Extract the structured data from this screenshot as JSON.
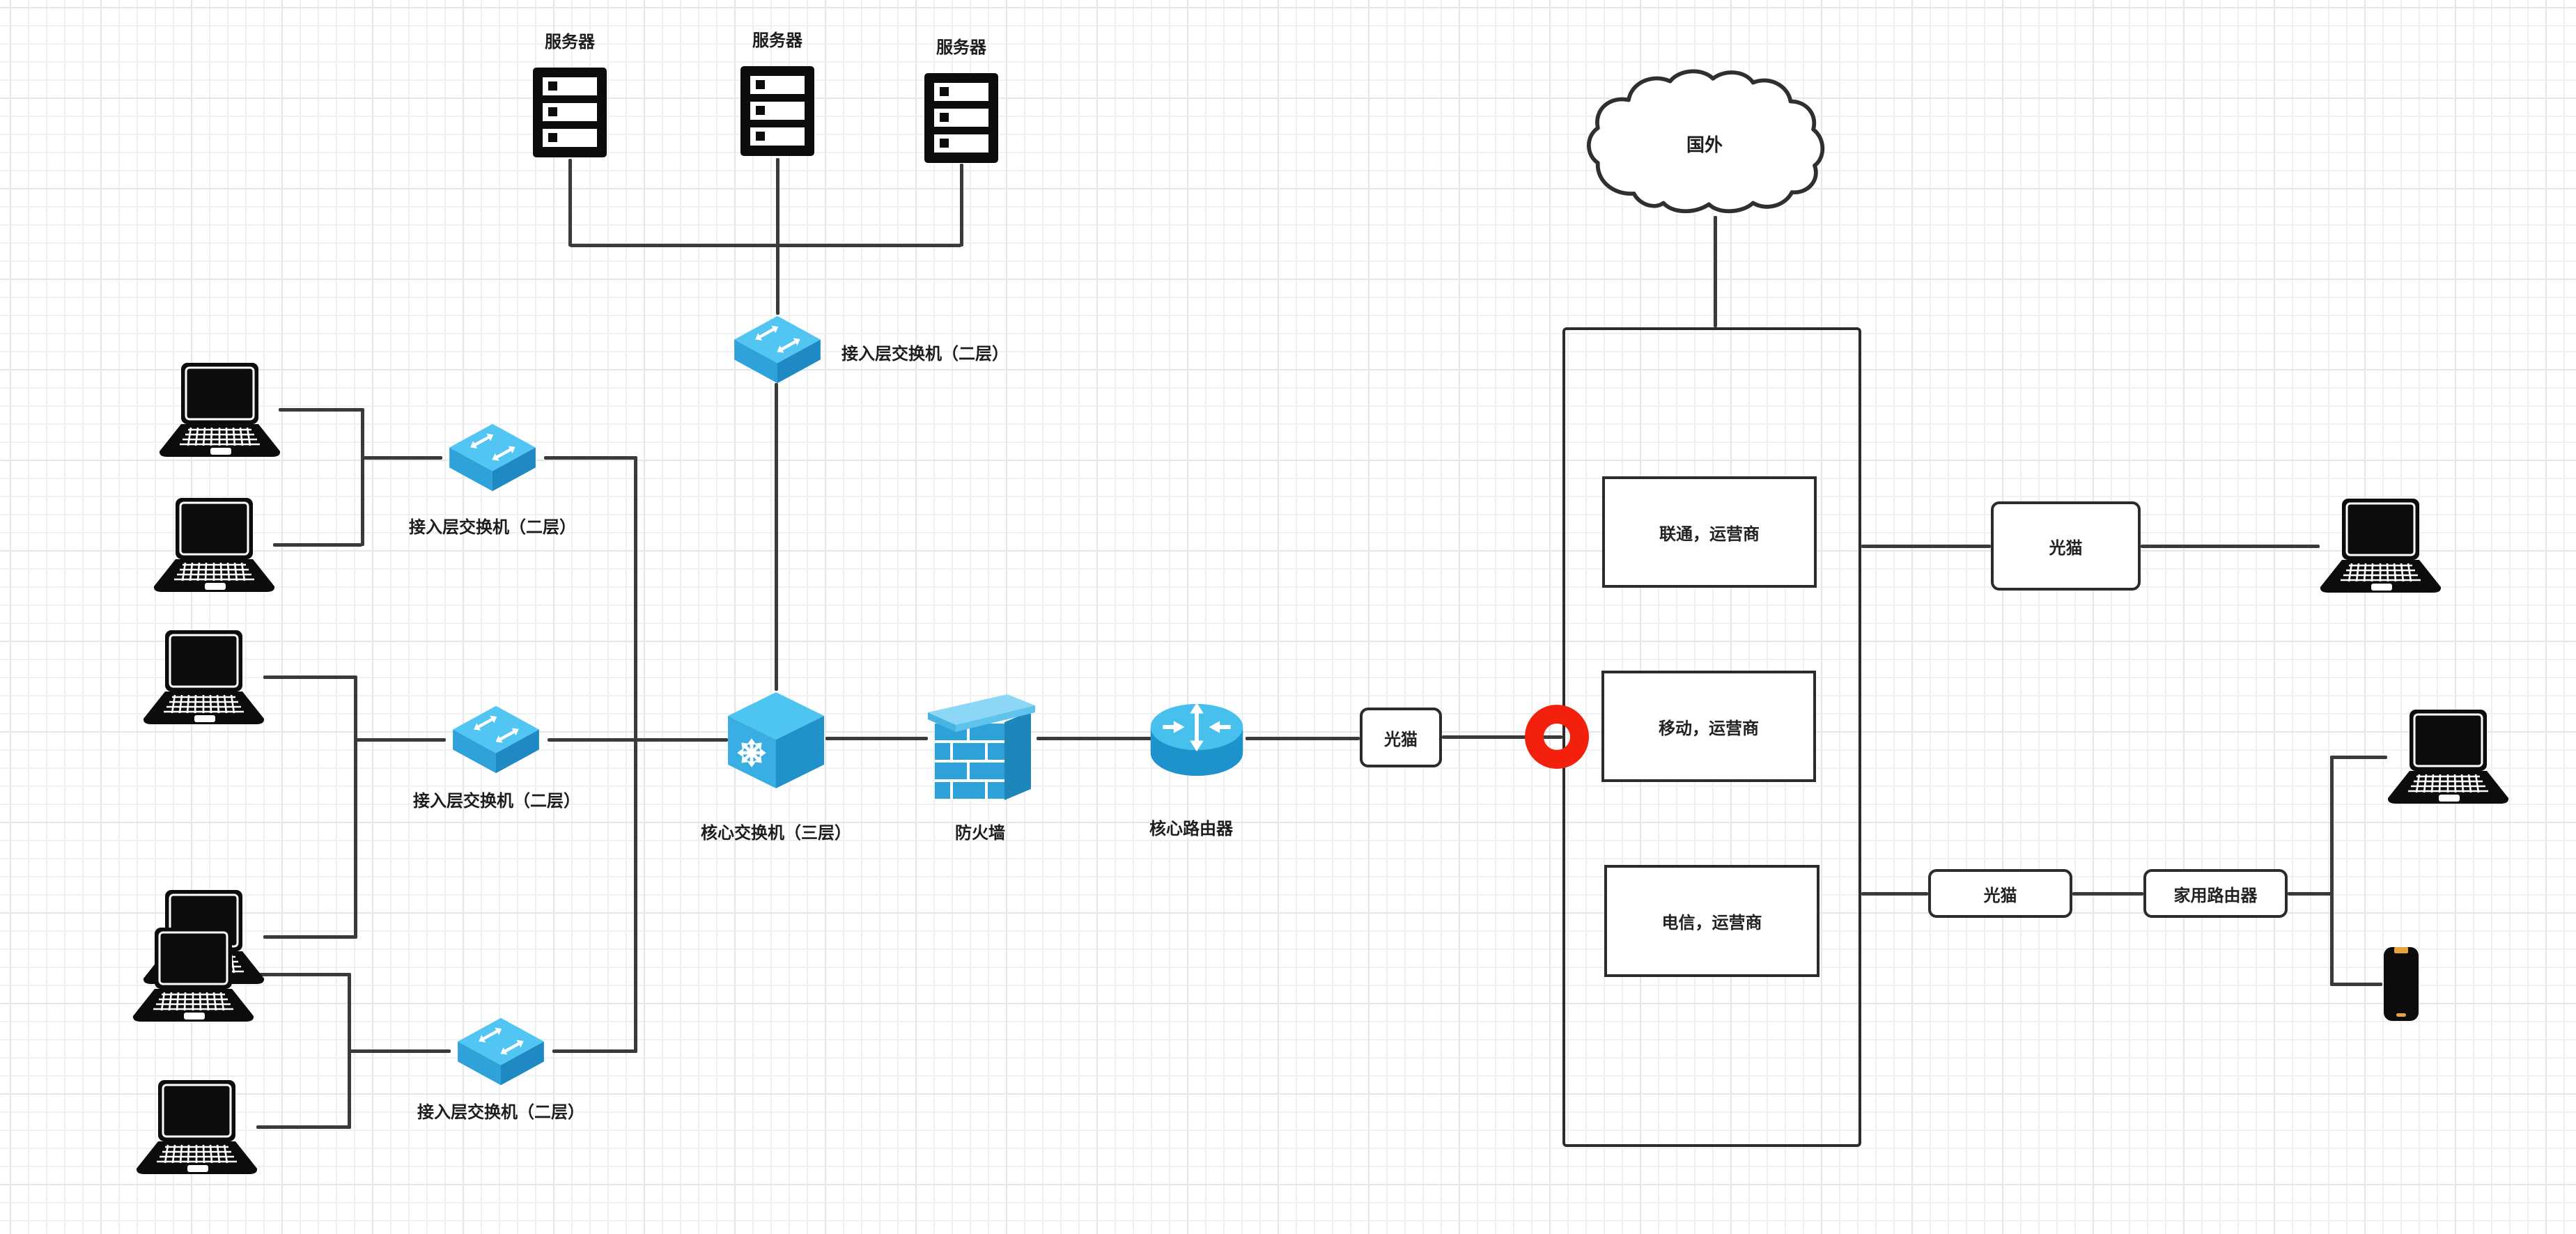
{
  "diagram_title": "network-topology",
  "colors": {
    "line": "#3a3a3a",
    "highlight_red": "#f2200d",
    "switch_top_face": "#52c5f2",
    "switch_front_face": "#2fa3d9",
    "switch_side_face": "#1e89c2",
    "device_black": "#0c0c0c",
    "phone_accent": "#e8a33c"
  },
  "nodes": {
    "servers": [
      {
        "label": "服务器"
      },
      {
        "label": "服务器"
      },
      {
        "label": "服务器"
      }
    ],
    "access_switches": {
      "top": {
        "label": "接入层交换机（二层）"
      },
      "group1": {
        "label": "接入层交换机（二层）"
      },
      "group2": {
        "label": "接入层交换机（二层）"
      },
      "group3": {
        "label": "接入层交换机（二层）"
      }
    },
    "core_switch": {
      "label": "核心交换机（三层）"
    },
    "firewall": {
      "label": "防火墙"
    },
    "core_router": {
      "label": "核心路由器"
    },
    "modems": {
      "core": {
        "label": "光猫"
      },
      "top_right": {
        "label": "光猫"
      },
      "bottom_right": {
        "label": "光猫"
      }
    },
    "home_router": {
      "label": "家用路由器"
    },
    "cloud": {
      "label": "国外"
    },
    "isp_boxes": {
      "unicom": {
        "label": "联通，运营商"
      },
      "mobile": {
        "label": "移动，运营商"
      },
      "telecom": {
        "label": "电信，运营商"
      }
    }
  }
}
